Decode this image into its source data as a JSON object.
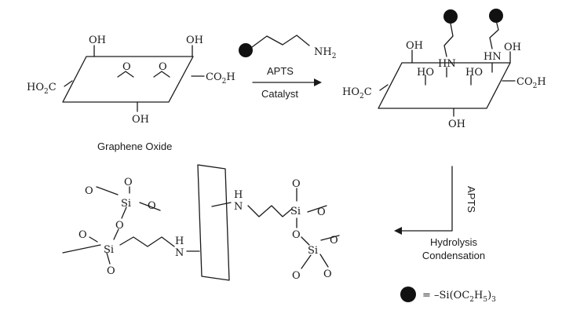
{
  "text": {
    "oh": "OH",
    "ho": "HO",
    "o": "O",
    "ho2c": "HO2C",
    "co2h": "CO2H",
    "nh2": "NH2",
    "hn": "HN",
    "h": "H",
    "n": "N",
    "si": "Si"
  },
  "labels": {
    "graphene_oxide": "Graphene Oxide",
    "apts": "APTS",
    "catalyst": "Catalyst",
    "apts_vertical": "APTS",
    "hydrolysis": "Hydrolysis",
    "condensation": "Condensation",
    "legend_text": "= –Si(OC2H5)3"
  },
  "colors": {
    "ink": "#1a1a1a",
    "dot": "#111111",
    "background": "#ffffff"
  }
}
